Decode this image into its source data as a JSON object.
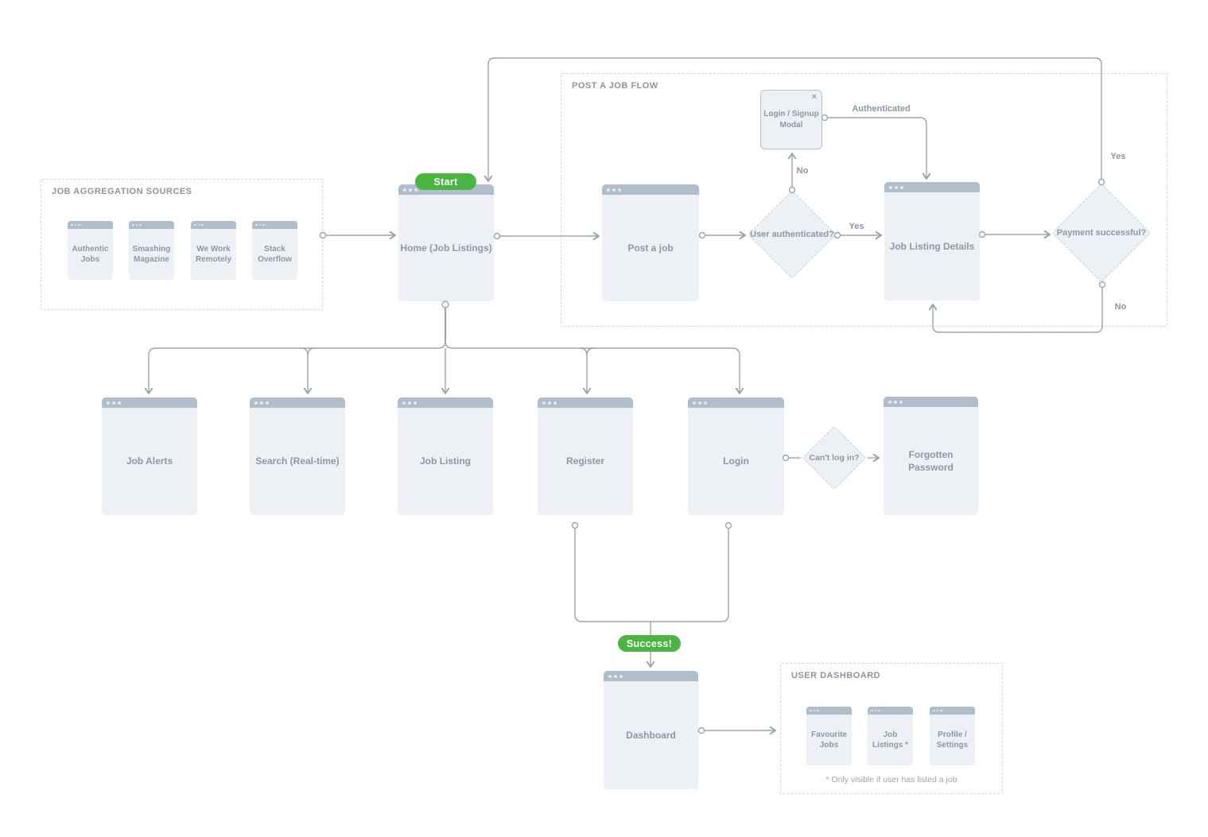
{
  "canvas": {
    "background": "#ffffff",
    "line_color": "#9aa5b1",
    "accent_green": "#4bb543",
    "window_body": "#edf1f5",
    "window_header": "#b0bdca",
    "window_dots": "#e3e9ee",
    "title_color": "#8b98a7",
    "group_border": "#d2d9e0",
    "group_title_color": "#8a95a3",
    "diamond_border": "#c3cdd9",
    "label_color": "#8a96a4",
    "note_color": "#9aa5b0",
    "modal_border": "#b6c1cd"
  },
  "badges": {
    "start": "Start",
    "success": "Success!"
  },
  "groups": {
    "job_aggregation": {
      "title": "JOB AGGREGATION SOURCES",
      "sources": [
        {
          "label": "Authentic Jobs"
        },
        {
          "label": "Smashing Magazine"
        },
        {
          "label": "We Work Remotely"
        },
        {
          "label": "Stack Overflow"
        }
      ]
    },
    "post_a_job_flow": {
      "title": "POST A JOB FLOW"
    },
    "user_dashboard": {
      "title": "USER DASHBOARD",
      "pages": [
        {
          "label": "Favourite Jobs"
        },
        {
          "label": "Job Listings *"
        },
        {
          "label": "Profile / Settings"
        }
      ],
      "note": "* Only visible if user has listed a job"
    }
  },
  "windows": {
    "home": {
      "title": "Home (Job Listings)"
    },
    "post_a_job": {
      "title": "Post a job"
    },
    "job_listing_details": {
      "title": "Job Listing Details"
    },
    "job_alerts": {
      "title": "Job Alerts"
    },
    "search": {
      "title": "Search (Real-time)"
    },
    "job_listing": {
      "title": "Job Listing"
    },
    "register": {
      "title": "Register"
    },
    "login": {
      "title": "Login"
    },
    "forgotten_password": {
      "title": "Forgotten Password"
    },
    "dashboard": {
      "title": "Dashboard"
    }
  },
  "modal": {
    "title": "Login / Signup Modal",
    "close_icon": "×"
  },
  "decisions": {
    "user_authenticated": "User authenticated?",
    "payment_successful": "Payment successful?",
    "cant_log_in": "Can't log in?"
  },
  "edge_labels": {
    "authenticated": "Authenticated",
    "no_to_modal": "No",
    "yes_to_details": "Yes",
    "yes_payment": "Yes",
    "no_payment": "No"
  }
}
